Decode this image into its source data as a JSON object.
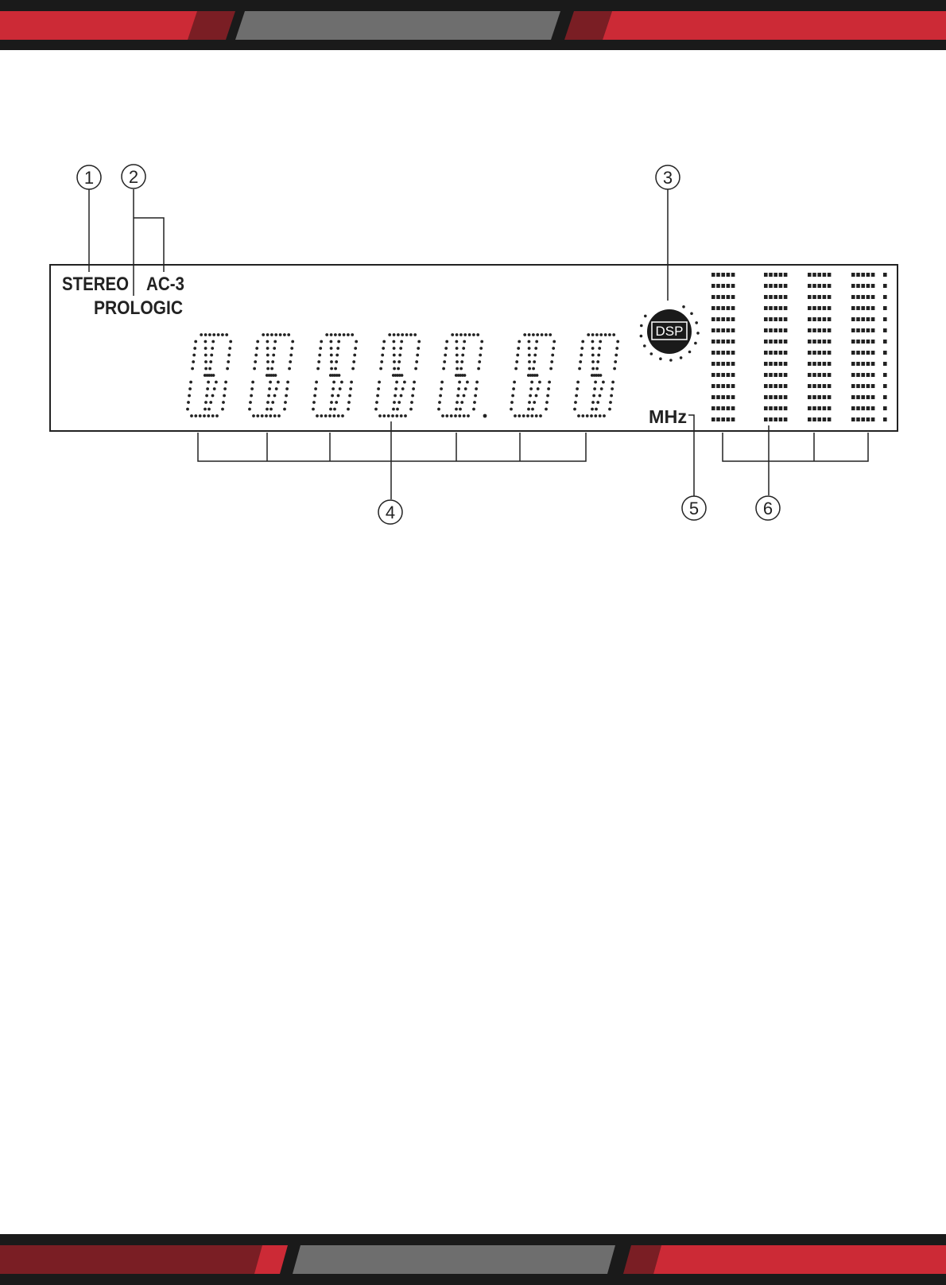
{
  "colors": {
    "bar_dark": "#1a1a1a",
    "bar_red": "#cc2a36",
    "bar_red_dark": "#7a1e24",
    "bar_gray": "#6e6e6e",
    "ink": "#222222"
  },
  "display": {
    "stereo_label": "STEREO",
    "ac3_label": "AC-3",
    "prologic_label": "PROLOGIC",
    "dsp_label": "DSP",
    "mhz_label": "MHz"
  },
  "callouts": {
    "c1": "1",
    "c2": "2",
    "c3": "3",
    "c4": "4",
    "c5": "5",
    "c6": "6"
  },
  "digit_count": 7,
  "spectrum_column_count": 4,
  "spectrum_rows": 14
}
